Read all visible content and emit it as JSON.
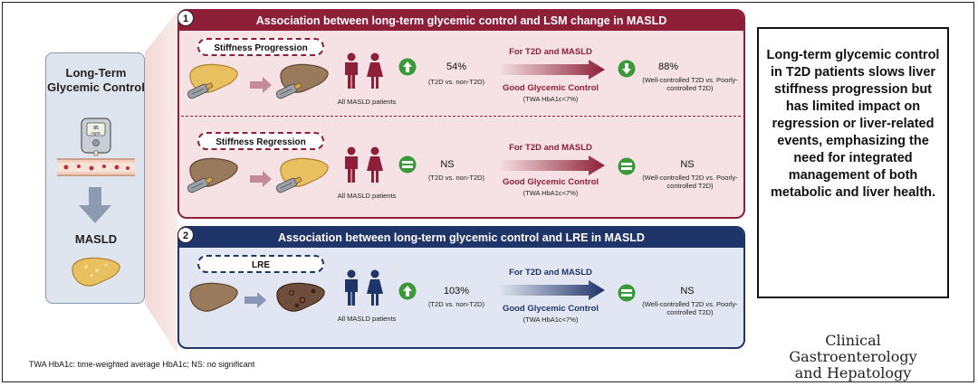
{
  "left_panel": {
    "title": "Long-Term Glycemic Control",
    "masld_label": "MASLD",
    "meter_screen_line1": "85",
    "meter_screen_line2": "mg/dL"
  },
  "section1": {
    "number": "1",
    "title": "Association between long-term glycemic control and LSM change in MASLD",
    "progression": {
      "pill": "Stiffness Progression",
      "patients_label": "All MASLD patients",
      "indicator1": "up-arrow-icon",
      "value1": "54%",
      "value1_sub": "(T2D vs. non-T2D)",
      "arrow_top": "For T2D and MASLD",
      "arrow_bottom": "Good Glycemic Control",
      "arrow_bottom_sub": "(TWA HbA1c<7%)",
      "indicator2": "down-arrow-icon",
      "value2": "88%",
      "value2_sub": "(Well-controlled T2D vs. Poorly-controlled T2D)"
    },
    "regression": {
      "pill": "Stiffness Regression",
      "patients_label": "All MASLD patients",
      "indicator1": "equal-icon",
      "value1": "NS",
      "value1_sub": "(T2D vs. non-T2D)",
      "arrow_top": "For T2D and MASLD",
      "arrow_bottom": "Good Glycemic Control",
      "arrow_bottom_sub": "(TWA HbA1c<7%)",
      "indicator2": "equal-icon",
      "value2": "NS",
      "value2_sub": "(Well-controlled T2D vs. Poorly-controlled T2D)"
    }
  },
  "section2": {
    "number": "2",
    "title": "Association between long-term glycemic control and  LRE in MASLD",
    "pill": "LRE",
    "patients_label": "All MASLD patients",
    "indicator1": "up-arrow-icon",
    "value1": "103%",
    "value1_sub": "(T2D vs. non-T2D)",
    "arrow_top": "For T2D and MASLD",
    "arrow_bottom": "Good Glycemic Control",
    "arrow_bottom_sub": "(TWA HbA1c<7%)",
    "indicator2": "equal-icon",
    "value2": "NS",
    "value2_sub": "(Well-controlled T2D vs. Poorly-controlled T2D)"
  },
  "summary": "Long-term glycemic control in T2D patients slows liver stiffness progression but has limited impact on regression or liver-related events, emphasizing the need for integrated management of both metabolic and liver health.",
  "footnote": "TWA HbA1c: time-weighted average HbA1c; NS: no significant",
  "journal_line1": "Clinical Gastroenterology",
  "journal_line2": "and Hepatology",
  "colors": {
    "red": "#8e1f38",
    "blue": "#1f3468",
    "green": "#3a9a3a",
    "liver_healthy": "#e8c060",
    "liver_fibrotic": "#9a7a5c"
  }
}
